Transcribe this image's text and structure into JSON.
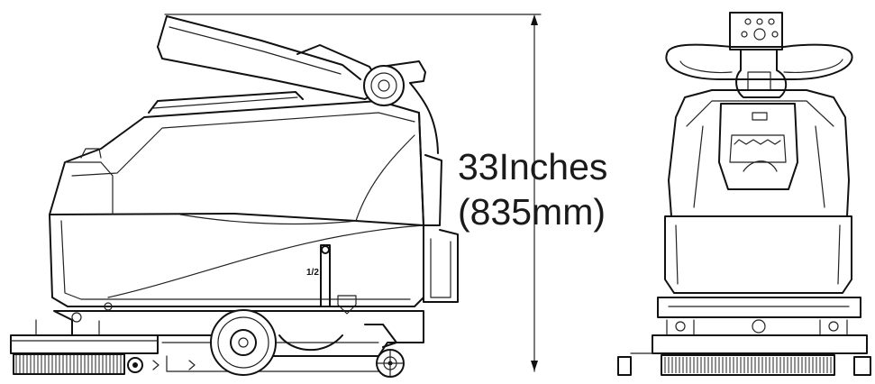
{
  "dimension": {
    "line1": "33Inches",
    "line2": "(835mm)"
  },
  "handle_marks": {
    "fraction": "1/2"
  }
}
